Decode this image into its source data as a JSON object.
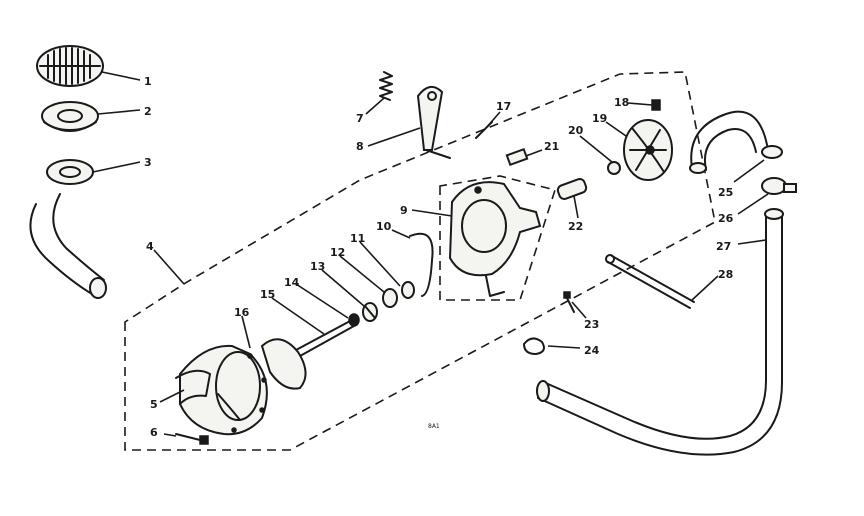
{
  "diagram": {
    "footnote": "8A1",
    "callouts": [
      "1",
      "2",
      "3",
      "4",
      "5",
      "6",
      "7",
      "8",
      "9",
      "10",
      "11",
      "12",
      "13",
      "14",
      "15",
      "16",
      "17",
      "18",
      "19",
      "20",
      "21",
      "22",
      "23",
      "24",
      "25",
      "26",
      "27",
      "28",
      "18"
    ]
  }
}
